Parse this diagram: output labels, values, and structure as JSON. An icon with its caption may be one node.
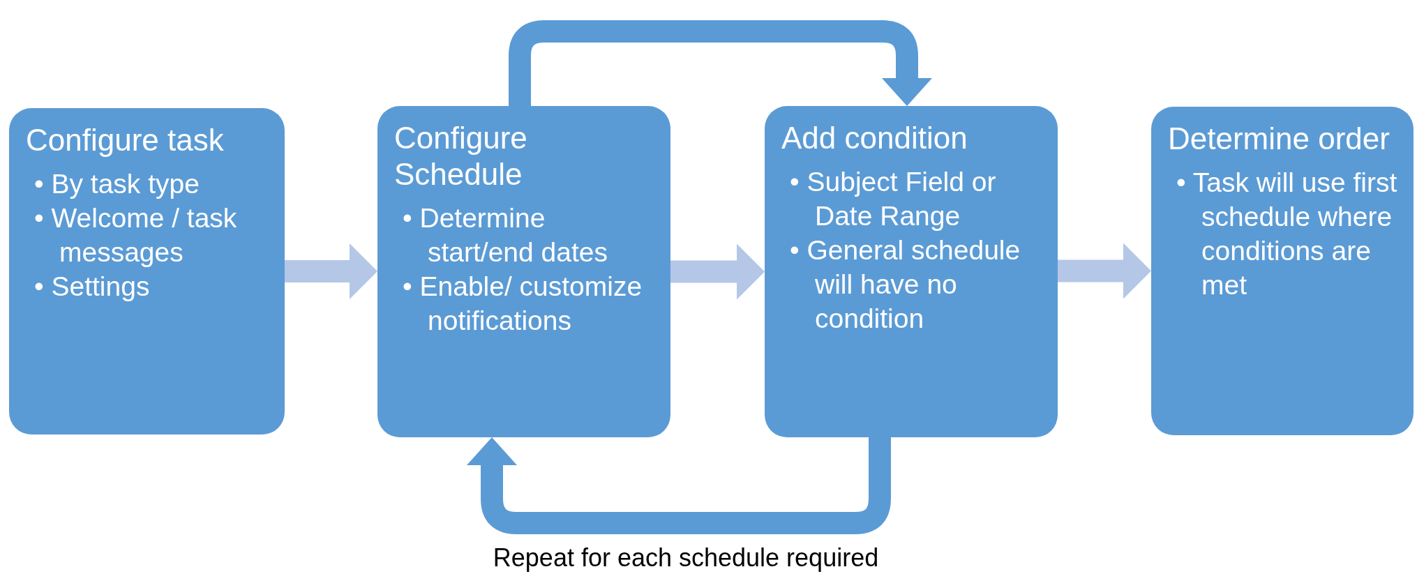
{
  "diagram": {
    "nodes": [
      {
        "text": [
          "Configure task",
          "• By task type",
          "• Welcome / task messages",
          "• Settings"
        ]
      },
      {
        "text": [
          "Configure Schedule",
          "• Determine start/end dates",
          "• Enable/ customize notifications"
        ]
      },
      {
        "text": [
          "Add condition",
          "• Subject Field or Date Range",
          "• General schedule will have no condition"
        ]
      },
      {
        "text": [
          "Determine order",
          "• Task will use first schedule where conditions are met"
        ]
      }
    ],
    "edges": [
      {
        "from": 0,
        "to": 1,
        "arrow": "to"
      },
      {
        "from": 1,
        "to": 2,
        "arrow": "to"
      },
      {
        "from": 2,
        "to": 3,
        "arrow": "to"
      },
      {
        "from": 1,
        "to": 2,
        "arrow": "to",
        "color": "#5b9bd5"
      },
      {
        "from": 2,
        "to": 1,
        "arrow": "to",
        "color": "#5b9bd5",
        "label": "Repeat for each schedule required"
      }
    ]
  }
}
